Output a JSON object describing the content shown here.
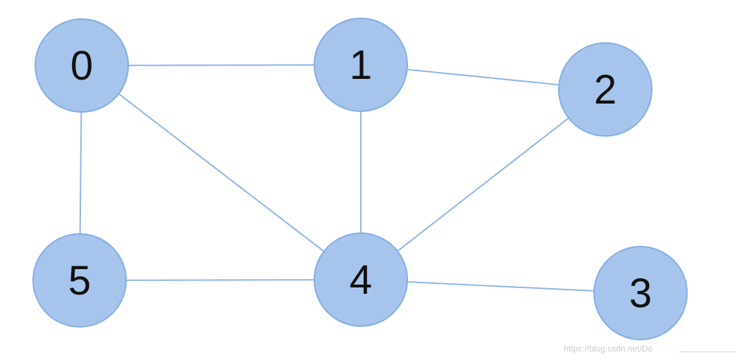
{
  "diagram": {
    "type": "undirected-graph",
    "colors": {
      "node_fill": "#a7c4ec",
      "node_stroke": "#86aee2",
      "edge": "#8fb5e8",
      "label": "#111111"
    },
    "nodes": [
      {
        "id": "0",
        "label": "0"
      },
      {
        "id": "1",
        "label": "1"
      },
      {
        "id": "2",
        "label": "2"
      },
      {
        "id": "3",
        "label": "3"
      },
      {
        "id": "4",
        "label": "4"
      },
      {
        "id": "5",
        "label": "5"
      }
    ],
    "edges": [
      {
        "from": "0",
        "to": "1"
      },
      {
        "from": "1",
        "to": "2"
      },
      {
        "from": "0",
        "to": "5"
      },
      {
        "from": "0",
        "to": "4"
      },
      {
        "from": "1",
        "to": "4"
      },
      {
        "from": "2",
        "to": "4"
      },
      {
        "from": "5",
        "to": "4"
      },
      {
        "from": "4",
        "to": "3"
      }
    ]
  },
  "watermark": {
    "text": "https://blog.csdn.net/Do"
  }
}
